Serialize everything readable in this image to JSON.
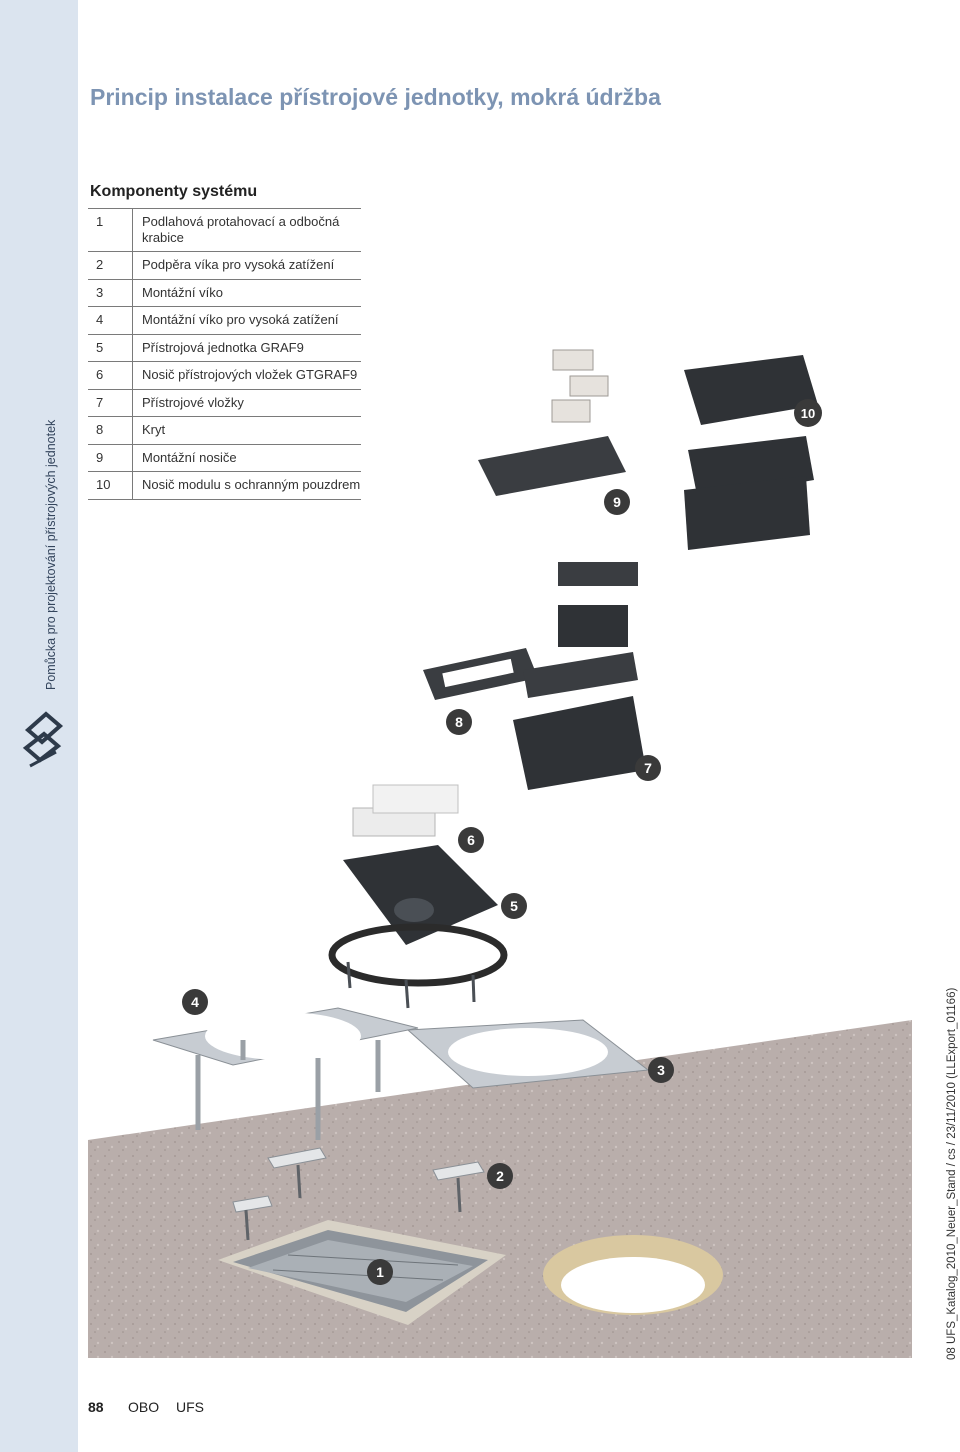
{
  "side": {
    "label": "Pomůcka pro projektování přístrojových jednotek"
  },
  "title": "Princip instalace přístrojové jednotky, mokrá údržba",
  "components": {
    "heading": "Komponenty systému",
    "items": [
      {
        "num": "1",
        "text": "Podlahová protahovací a odbočná krabice"
      },
      {
        "num": "2",
        "text": "Podpěra víka pro vysoká zatížení"
      },
      {
        "num": "3",
        "text": "Montážní víko"
      },
      {
        "num": "4",
        "text": "Montážní víko pro vysoká zatížení"
      },
      {
        "num": "5",
        "text": "Přístrojová jednotka GRAF9"
      },
      {
        "num": "6",
        "text": "Nosič přístrojových vložek GTGRAF9"
      },
      {
        "num": "7",
        "text": "Přístrojové vložky"
      },
      {
        "num": "8",
        "text": "Kryt"
      },
      {
        "num": "9",
        "text": "Montážní nosiče"
      },
      {
        "num": "10",
        "text": "Nosič modulu s ochranným pouzdrem"
      }
    ]
  },
  "illustration": {
    "badges": [
      "1",
      "2",
      "3",
      "4",
      "5",
      "6",
      "7",
      "8",
      "9",
      "10"
    ],
    "colors": {
      "badge": "#3a3a3a",
      "floor": "#b9aeab",
      "metal": "#c7ccd2",
      "plastic": "#2b2b2b"
    }
  },
  "right_caption": "08 UFS_Katalog_2010_Neuer_Stand / cs / 23/11/2010 (LLExport_01166)",
  "footer": {
    "page": "88",
    "brand": "OBO",
    "product": "UFS"
  }
}
